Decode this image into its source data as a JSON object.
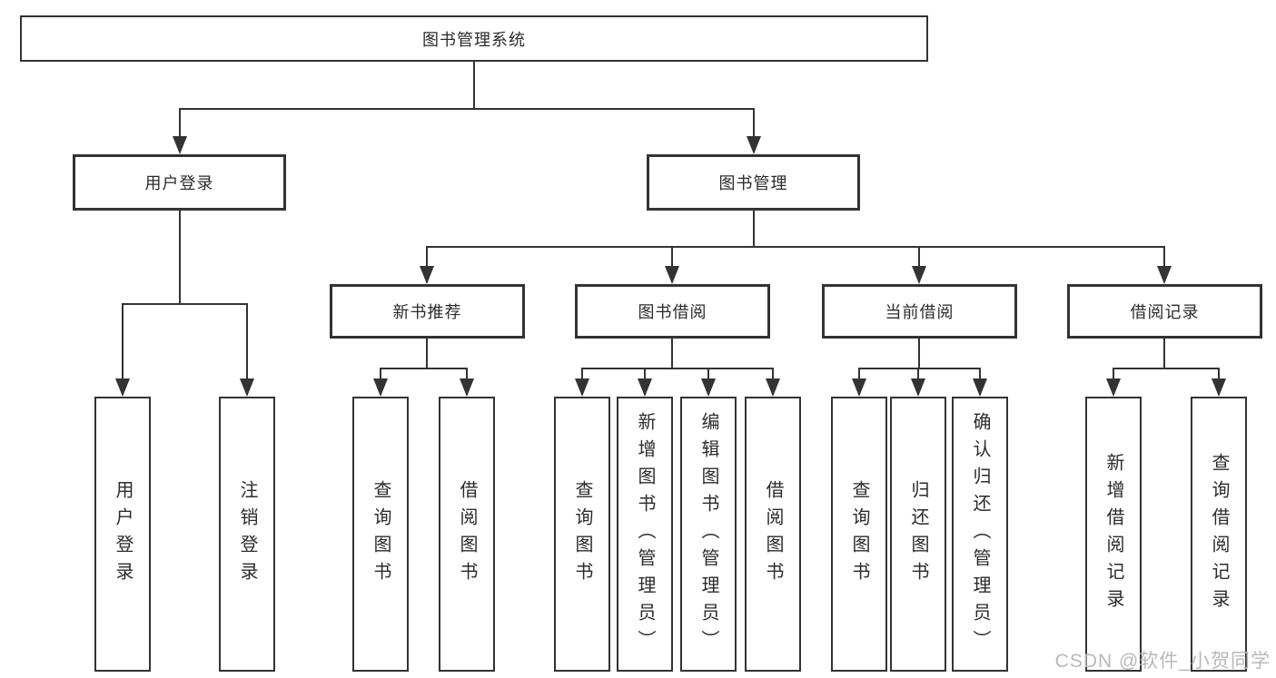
{
  "diagram": {
    "root": "图书管理系统",
    "level1": [
      "用户登录",
      "图书管理"
    ],
    "level2": [
      "新书推荐",
      "图书借阅",
      "当前借阅",
      "借阅记录"
    ],
    "leaves": {
      "user_login": [
        "用户登录",
        "注销登录"
      ],
      "new_books": [
        "查询图书",
        "借阅图书"
      ],
      "book_borrow": [
        "查询图书",
        "新增图书（管理员）",
        "编辑图书（管理员）",
        "借阅图书"
      ],
      "current_borrow": [
        "查询图书",
        "归还图书",
        "确认归还（管理员）"
      ],
      "borrow_records": [
        "新增借阅记录",
        "查询借阅记录"
      ]
    }
  },
  "watermark": "CSDN @软件_小贺同学",
  "colors": {
    "line": "#333333",
    "background": "#ffffff",
    "watermark": "#b9b9b9"
  }
}
